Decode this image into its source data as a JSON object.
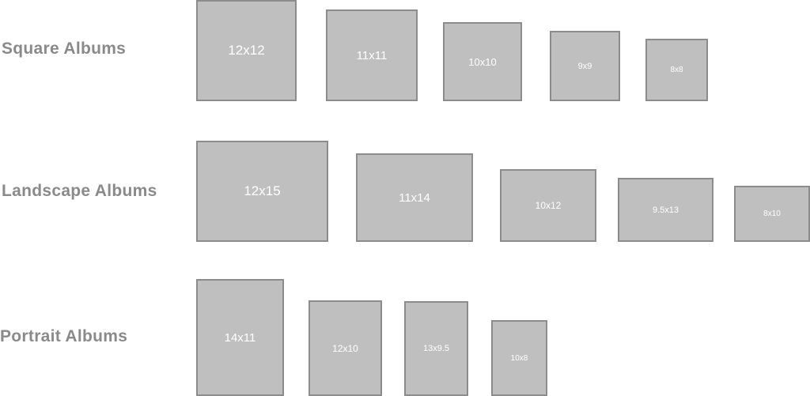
{
  "rows": {
    "square": {
      "title": "Square Albums",
      "sizes": [
        "12x12",
        "11x11",
        "10x10",
        "9x9",
        "8x8"
      ]
    },
    "landscape": {
      "title": "Landscape Albums",
      "sizes": [
        "12x15",
        "11x14",
        "10x12",
        "9.5x13",
        "8x10"
      ]
    },
    "portrait": {
      "title": "Portrait Albums",
      "sizes": [
        "14x11",
        "12x10",
        "13x9.5",
        "10x8"
      ]
    }
  },
  "colors": {
    "title_text": "#8a8a8a",
    "box_fill": "#bfbfbf",
    "box_border": "#8c8c8c",
    "box_text": "#ffffff",
    "background": "#ffffff"
  }
}
